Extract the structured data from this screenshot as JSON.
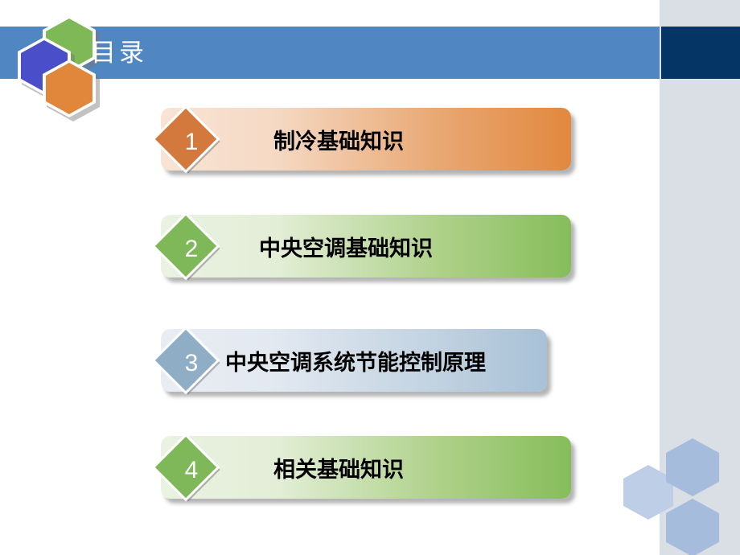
{
  "header": {
    "title": "目录",
    "bar_color": "#5086c1",
    "accent_color": "#053564",
    "logo": {
      "hex_green": "#7fb857",
      "hex_blue": "#4a4ec8",
      "hex_orange": "#e0873c"
    }
  },
  "right_column": {
    "background": "#dadfe6",
    "hex_light": "#bdcee6",
    "hex_medium": "#a5bcdd"
  },
  "contents": {
    "items": [
      {
        "number": "1",
        "label": "制冷基础知识",
        "badge_color": "#d4793e",
        "bar_end_color": "#e2883f"
      },
      {
        "number": "2",
        "label": "中央空调基础知识",
        "badge_color": "#7fb858",
        "bar_end_color": "#86bd5a"
      },
      {
        "number": "3",
        "label": "中央空调系统节能控制原理",
        "badge_color": "#8fadc4",
        "bar_end_color": "#a8c1d6"
      },
      {
        "number": "4",
        "label": "相关基础知识",
        "badge_color": "#7fb858",
        "bar_end_color": "#86bd5a"
      }
    ]
  }
}
